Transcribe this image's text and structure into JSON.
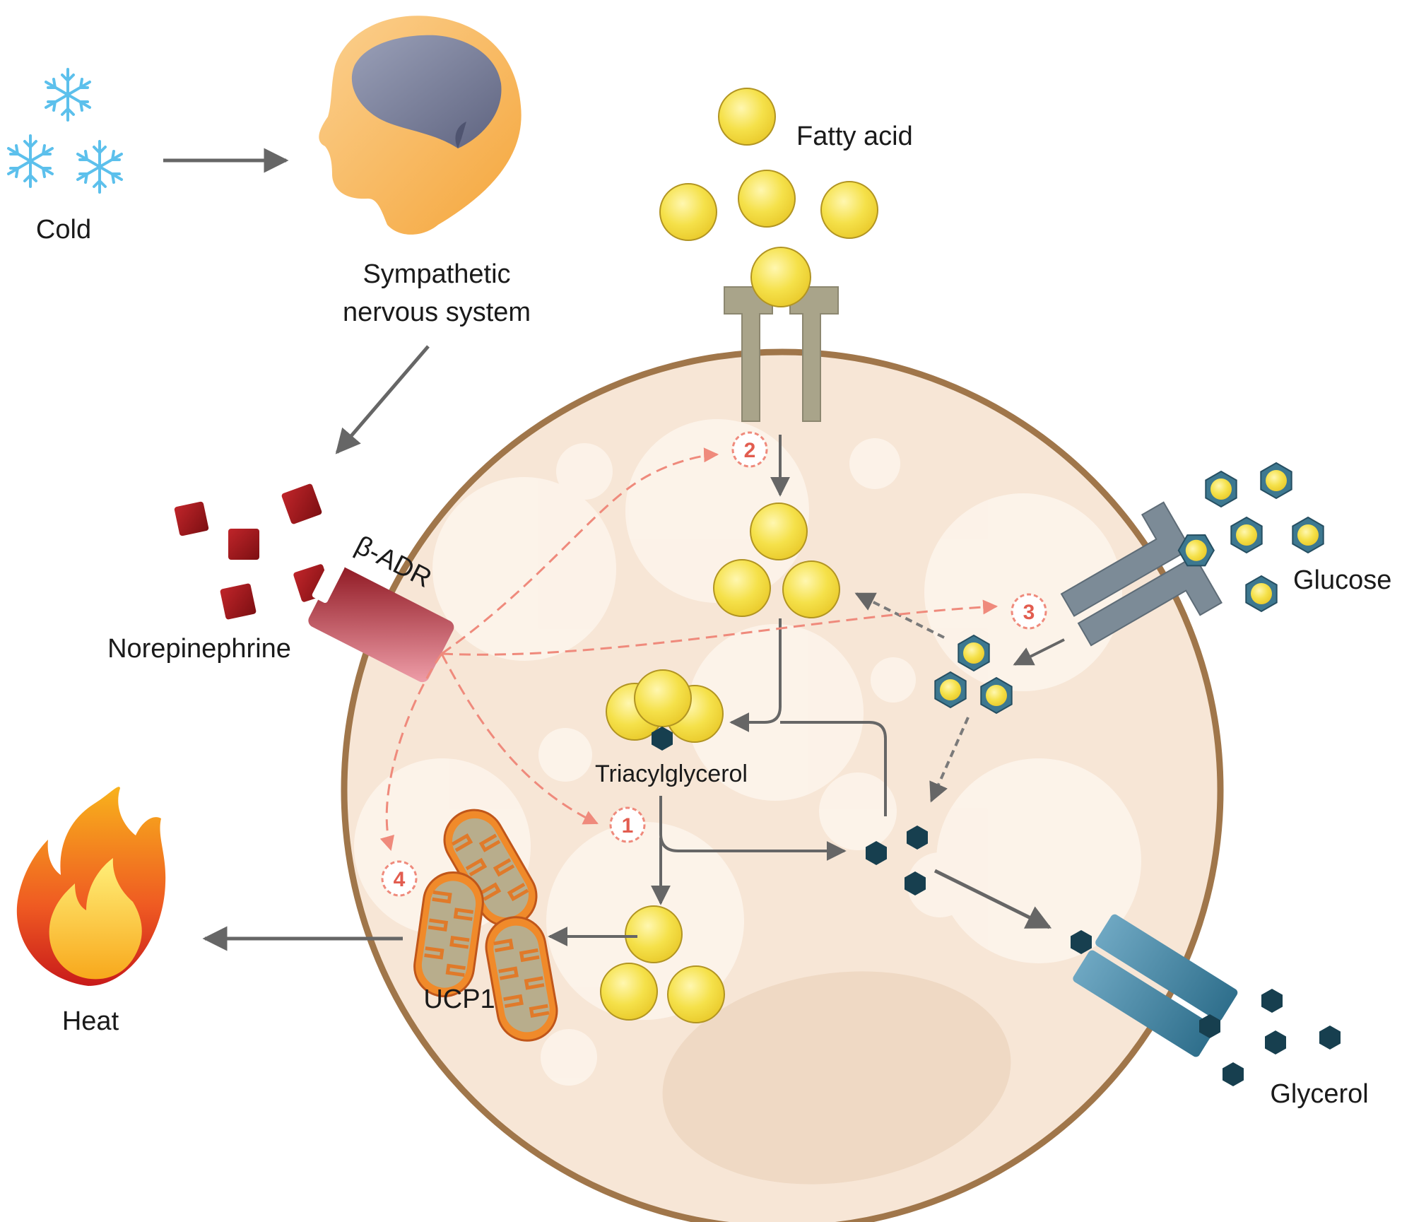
{
  "labels": {
    "cold": "Cold",
    "sympathetic_line1": "Sympathetic",
    "sympathetic_line2": "nervous system",
    "fatty_acid": "Fatty acid",
    "norepinephrine": "Norepinephrine",
    "beta_adr": "β-ADR",
    "glucose": "Glucose",
    "triacylglycerol": "Triacylglycerol",
    "ucp1": "UCP1",
    "heat": "Heat",
    "glycerol": "Glycerol"
  },
  "steps": [
    "1",
    "2",
    "3",
    "4"
  ],
  "icons": {
    "cold": "snowflake-icon",
    "brain": "head-brain-icon",
    "heat": "flame-icon",
    "mitochondria": "mitochondrion-icon"
  },
  "colors": {
    "cell_fill": "#f7e6d6",
    "cell_border": "#a0764a",
    "fatty_acid": "#f3dc3f",
    "glycerol": "#173f4f",
    "norepinephrine": "#a0171b",
    "transporter_fa": "#a9a48a",
    "transporter_glucose": "#7c8b97",
    "transporter_glycerol": "#4a86a3",
    "signal_arrow": "#ef8a7c",
    "flow_arrow": "#666666",
    "snow": "#5cc0ec"
  }
}
